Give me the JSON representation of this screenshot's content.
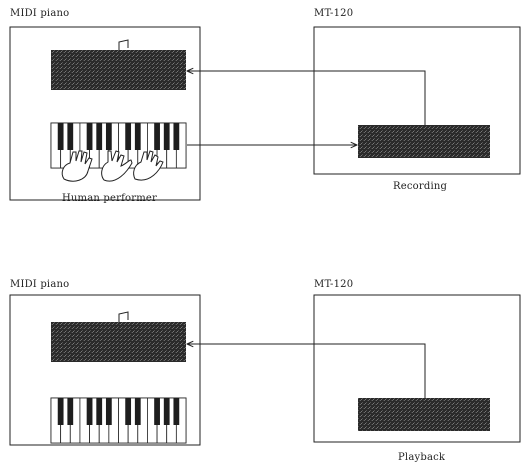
{
  "top": {
    "piano_title": "MIDI piano",
    "device_title": "MT-120",
    "performer_caption": "Human performer",
    "device_caption": "Recording"
  },
  "bottom": {
    "piano_title": "MIDI piano",
    "device_title": "MT-120",
    "device_caption": "Playback"
  },
  "colors": {
    "line": "#222222",
    "panel": "#2b2b2b",
    "background": "#ffffff"
  }
}
